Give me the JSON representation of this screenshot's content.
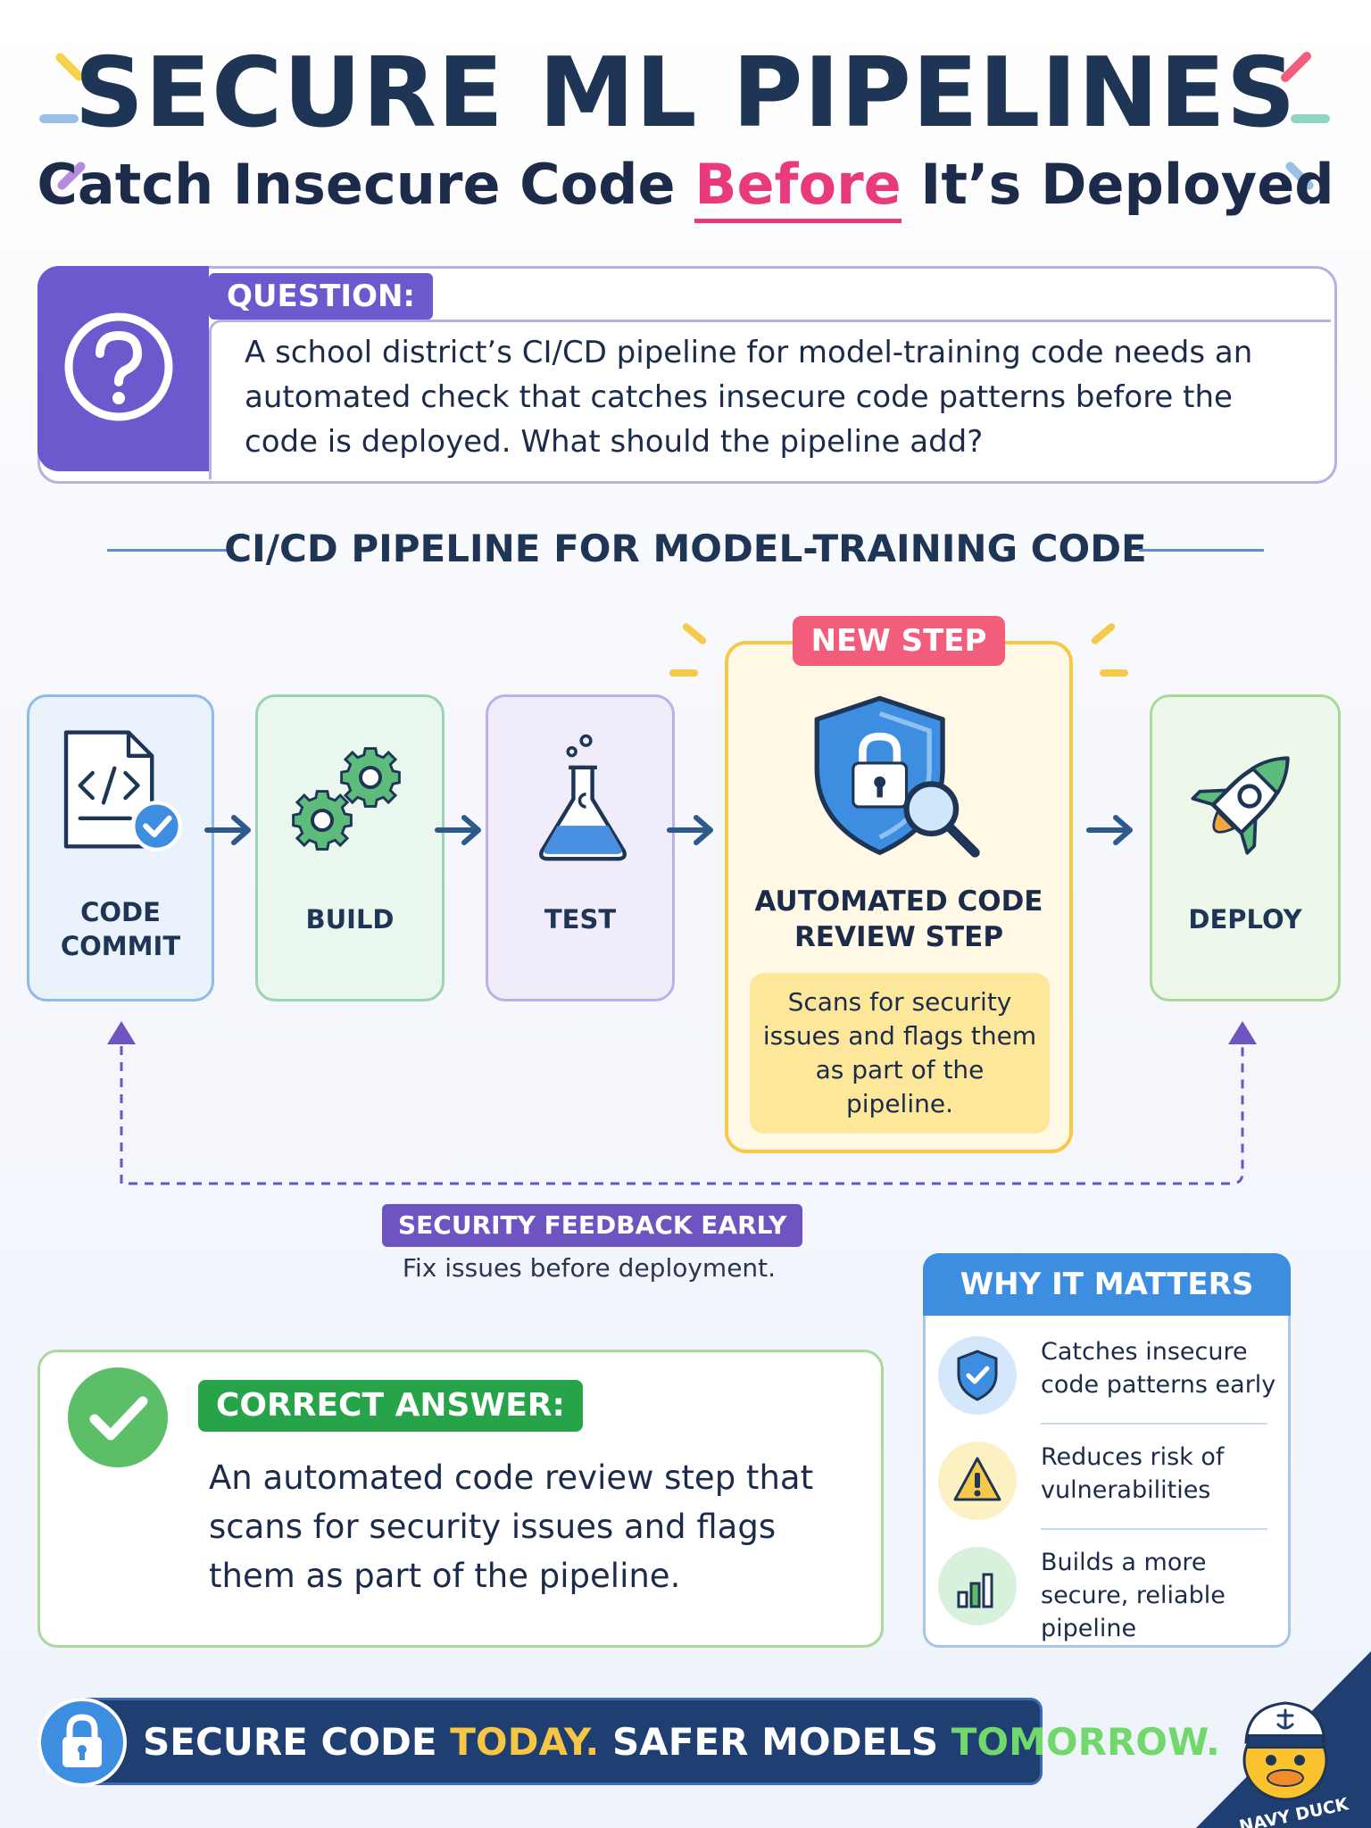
{
  "header": {
    "title": "SECURE ML PIPELINES",
    "subtitle_pre": "Catch Insecure Code ",
    "subtitle_highlight": "Before",
    "subtitle_post": " It’s Deployed"
  },
  "question": {
    "label": "QUESTION:",
    "text": "A school district’s CI/CD pipeline for model-training code needs an automated check that catches insecure code patterns before the code is deployed. What should the pipeline add?"
  },
  "pipeline": {
    "heading": "CI/CD PIPELINE FOR MODEL-TRAINING CODE",
    "stages": {
      "commit": "CODE COMMIT",
      "build": "BUILD",
      "test": "TEST",
      "review": "AUTOMATED CODE REVIEW STEP",
      "deploy": "DEPLOY"
    },
    "new_step_badge": "NEW STEP",
    "review_description": "Scans for security issues and flags them as part of the pipeline."
  },
  "feedback": {
    "badge": "SECURITY FEEDBACK EARLY",
    "subtext": "Fix issues before deployment."
  },
  "answer": {
    "label": "CORRECT ANSWER:",
    "text": "An automated code review step that scans for security issues and flags them as part of the pipeline."
  },
  "why": {
    "heading": "WHY IT MATTERS",
    "items": [
      {
        "text": "Catches insecure code patterns early",
        "icon": "shield-check-icon"
      },
      {
        "text": "Reduces risk of vulnerabilities",
        "icon": "warning-icon"
      },
      {
        "text": "Builds a more secure, reliable pipeline",
        "icon": "bar-chart-icon"
      }
    ]
  },
  "banner": {
    "part1": "SECURE CODE ",
    "part2": "TODAY.",
    "part3": " SAFER MODELS ",
    "part4": "TOMORROW."
  },
  "mascot": {
    "label": "NAVY DUCK"
  },
  "colors": {
    "primary_navy": "#1f3556",
    "purple": "#6a5acd",
    "pink": "#e93a7d",
    "green": "#27a349",
    "yellow": "#f6c94a",
    "blue": "#3d8ee0"
  }
}
